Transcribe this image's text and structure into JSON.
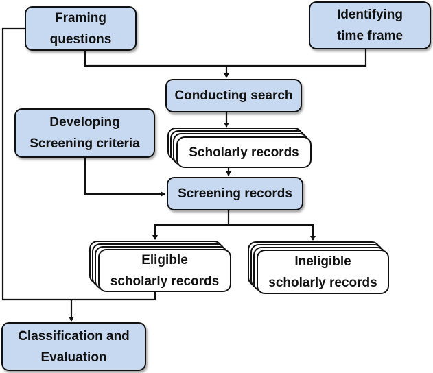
{
  "diagram": {
    "type": "flowchart",
    "colors": {
      "process_fill": "#c6d9f1",
      "document_fill": "#ffffff",
      "stroke": "#111111"
    },
    "nodes": {
      "framing": {
        "label": "Framing\nquestions",
        "kind": "process"
      },
      "timeframe": {
        "label": "Identifying\ntime frame",
        "kind": "process"
      },
      "search": {
        "label": "Conducting search",
        "kind": "process"
      },
      "criteria": {
        "label": "Developing\nScreening criteria",
        "kind": "process"
      },
      "records": {
        "label": "Scholarly records",
        "kind": "multi-document"
      },
      "screening": {
        "label": "Screening records",
        "kind": "process"
      },
      "eligible": {
        "label": "Eligible\nscholarly records",
        "kind": "multi-document"
      },
      "ineligible": {
        "label": "Ineligible\nscholarly records",
        "kind": "multi-document"
      },
      "classification": {
        "label": "Classification and\nEvaluation",
        "kind": "process"
      }
    },
    "edges": [
      {
        "from": "framing",
        "to": "search"
      },
      {
        "from": "timeframe",
        "to": "search"
      },
      {
        "from": "search",
        "to": "records"
      },
      {
        "from": "records",
        "to": "screening"
      },
      {
        "from": "criteria",
        "to": "screening"
      },
      {
        "from": "screening",
        "to": "eligible"
      },
      {
        "from": "screening",
        "to": "ineligible"
      },
      {
        "from": "framing",
        "to": "classification"
      },
      {
        "from": "eligible",
        "to": "classification"
      }
    ]
  }
}
